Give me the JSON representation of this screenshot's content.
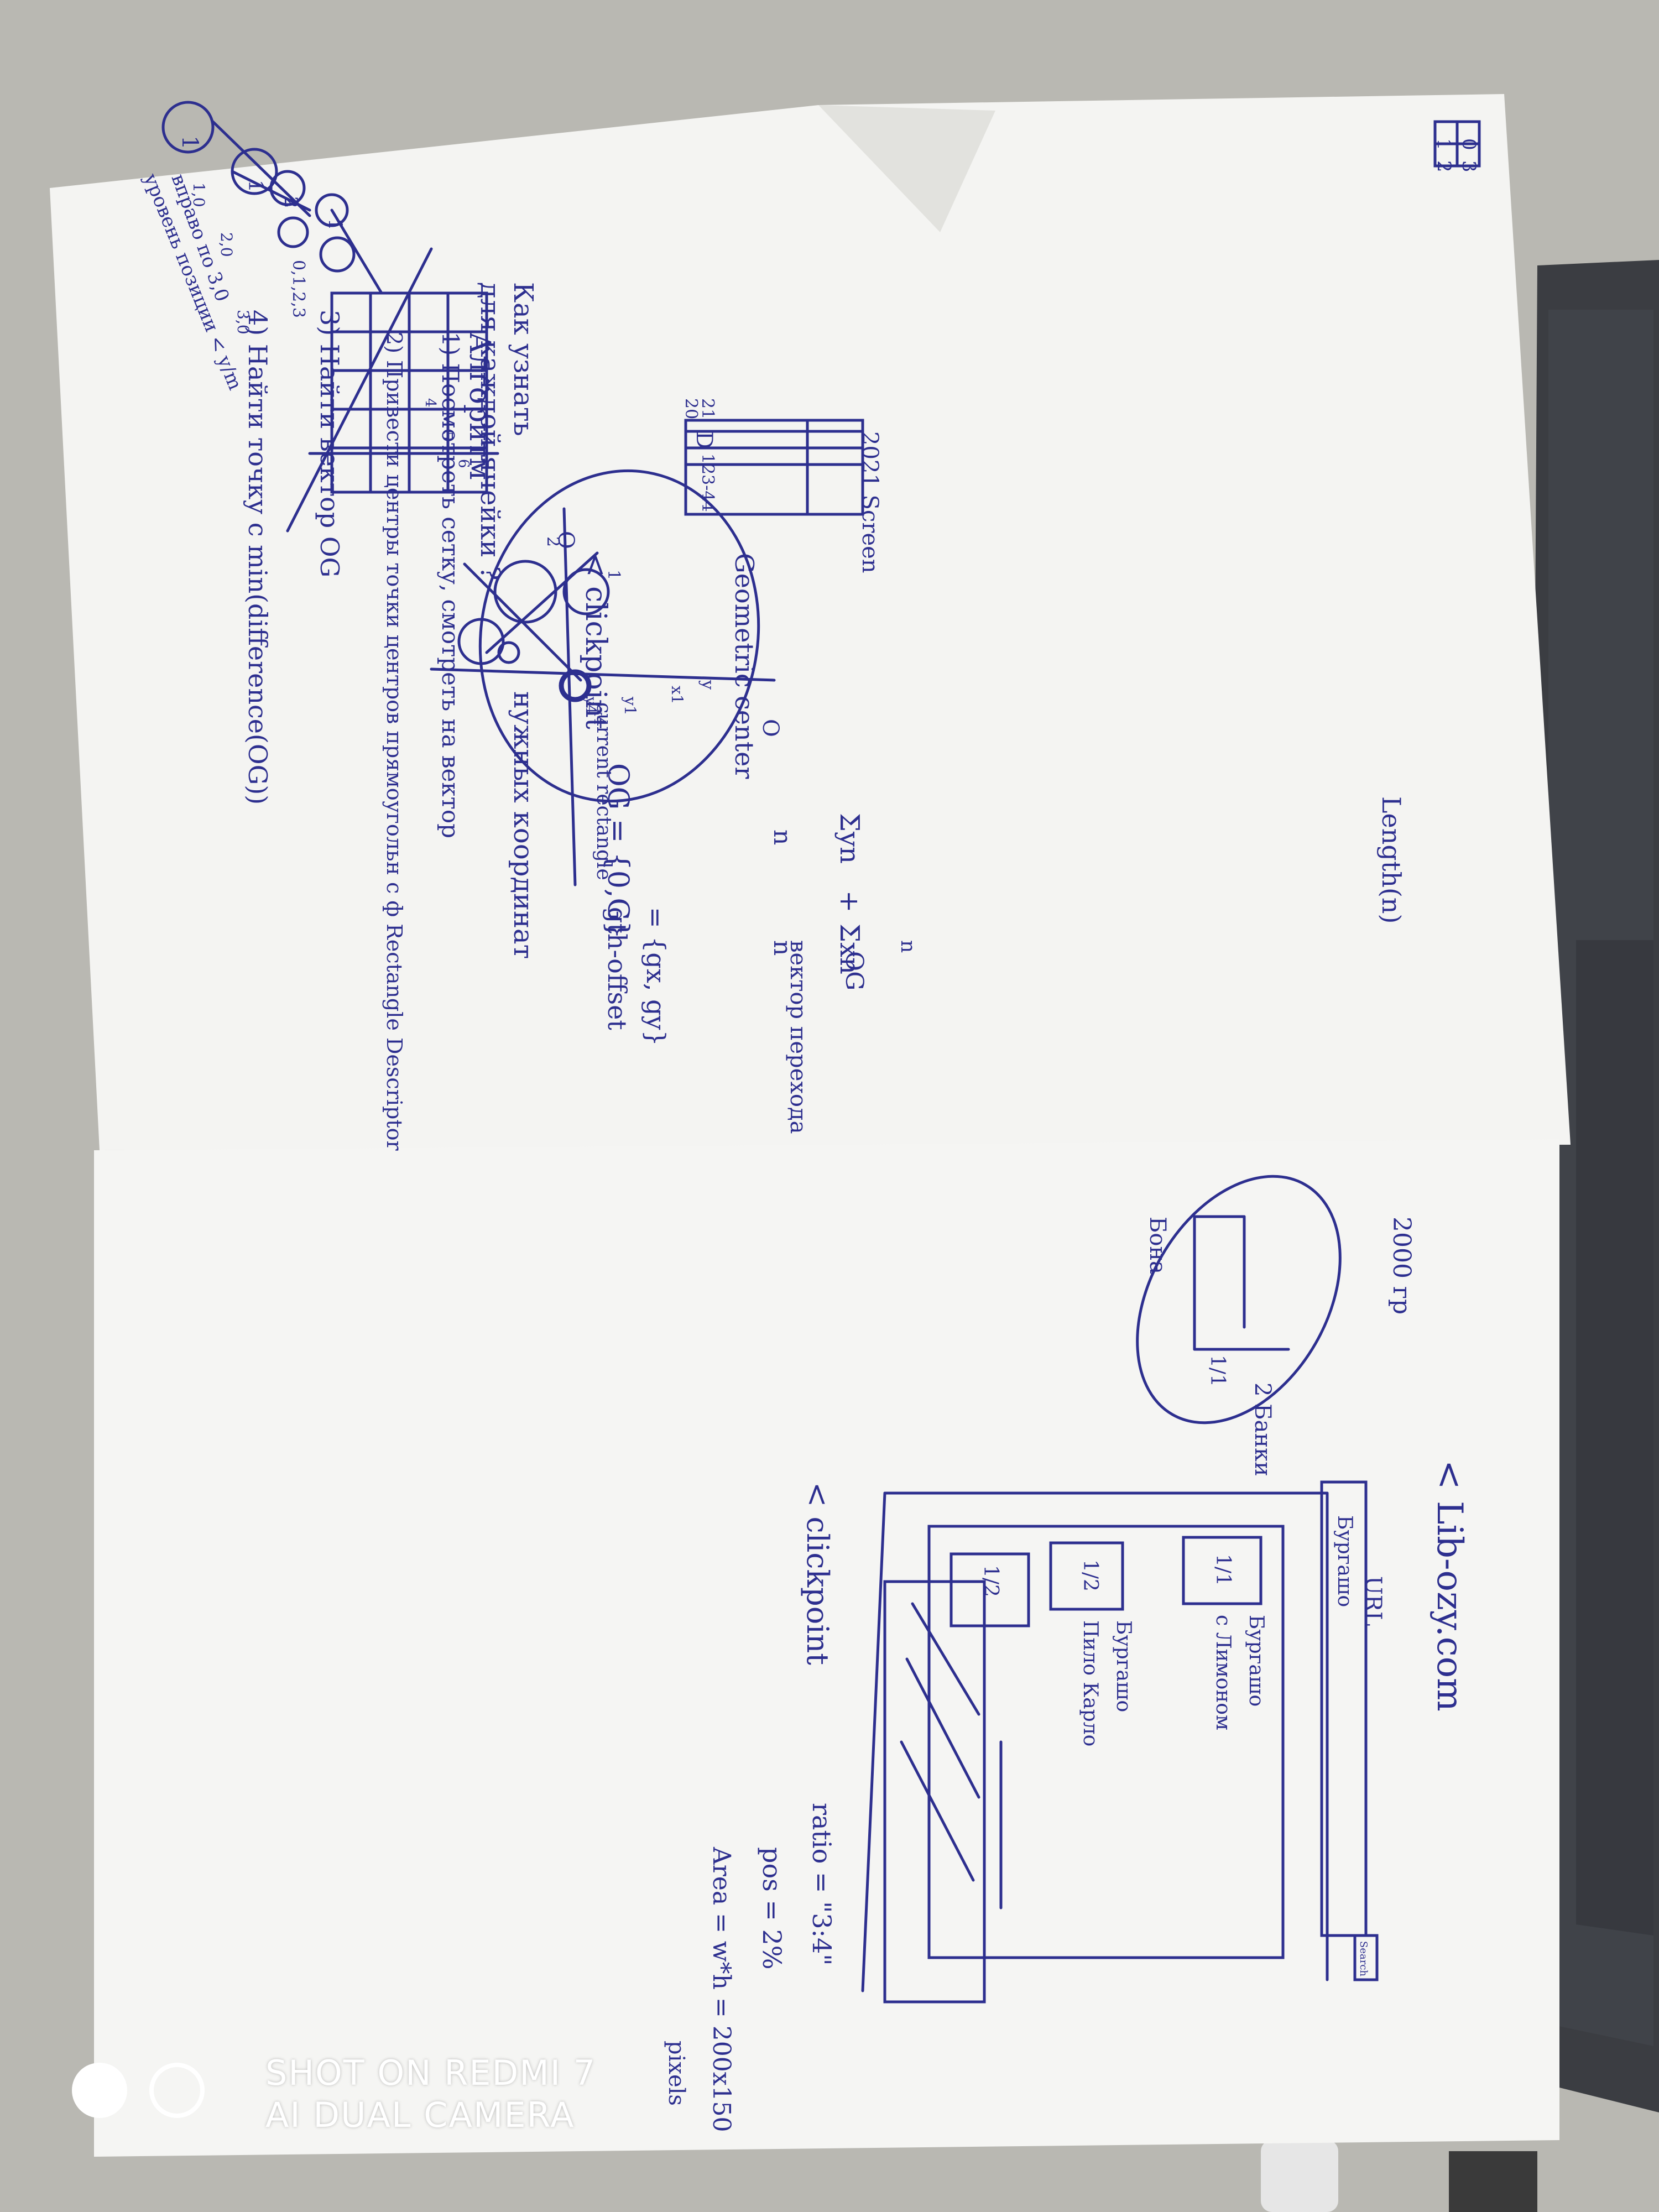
{
  "photo": {
    "description_colors": {
      "ink": "#2d2f8f",
      "paper": "#f4f4f2",
      "surface": "#b9b8b2",
      "laptop": "#3b3d42"
    }
  },
  "sheet_top": {
    "corner_grid": [
      "1",
      "0",
      "2",
      "3"
    ],
    "tree_labels": {
      "root": "1",
      "left_child": "1",
      "grandchild_a": "2",
      "grandchild_b": "1",
      "gray_children": "0,1,2,3",
      "small_labels": [
        "1,0",
        "2,0",
        "3,0"
      ]
    },
    "tree_notes": [
      "вправо по 3,0",
      "уровень позиции < y/m"
    ],
    "grid_labels": [
      "4",
      "5",
      "6"
    ],
    "geometric_center": "Geometric center",
    "length_n": "Length(n)",
    "centroid_formula": {
      "sum_y": "Σyn",
      "plus": "+",
      "sum_x": "Σxn",
      "denominator": "n",
      "top_n": "n"
    },
    "circle_labels": [
      "1",
      "2",
      "D",
      "O",
      "O",
      "y",
      "x1",
      "y1",
      "y4",
      "x4"
    ],
    "current_rectangle": "current rectangle",
    "og_label": "OG",
    "og_note": "вектор перехода",
    "how_question": [
      "Как узнать",
      "для каждой ячейки ?"
    ],
    "how_highlight": "нужных координат",
    "screen_label": "2021 Screen",
    "screen_rows": [
      "20",
      "21"
    ],
    "screen_cell": "123-44",
    "algorithm_title": "Алгоритм",
    "clickpoint_line": [
      "< clickpoint",
      "OG = {0,G}",
      "gth-offset",
      "= {gx, gy}"
    ],
    "steps": [
      "1) Посмотреть сетку, смотреть на вектор",
      "2) Привести центры точки центров прямоугольн с ф Rectangle Descriptor",
      "3) Найти вектор OG",
      "4) Найти точку с min(difference(OG))"
    ]
  },
  "sheet_bottom": {
    "url_title": "< Lib-ozy.com",
    "url_label": "URL",
    "search_field": "Бургашо",
    "search_button": "Search",
    "item1": [
      "Бургашо",
      "с Лимоном"
    ],
    "item2": [
      "Бургашо",
      "Пило Карло"
    ],
    "box_labels": [
      "1/1",
      "1/2",
      "1/2"
    ],
    "bottle_labels": [
      "2000 гр",
      "2 Банки",
      "1/1",
      "Бона"
    ],
    "clickpoint": "< clickpoint",
    "params": [
      "ratio = \"3:4\"",
      "pos = 2%",
      "Area = w*h = 200x150",
      "pixels"
    ]
  },
  "watermark": {
    "line1": "SHOT ON REDMI 7",
    "line2": "AI DUAL CAMERA"
  }
}
